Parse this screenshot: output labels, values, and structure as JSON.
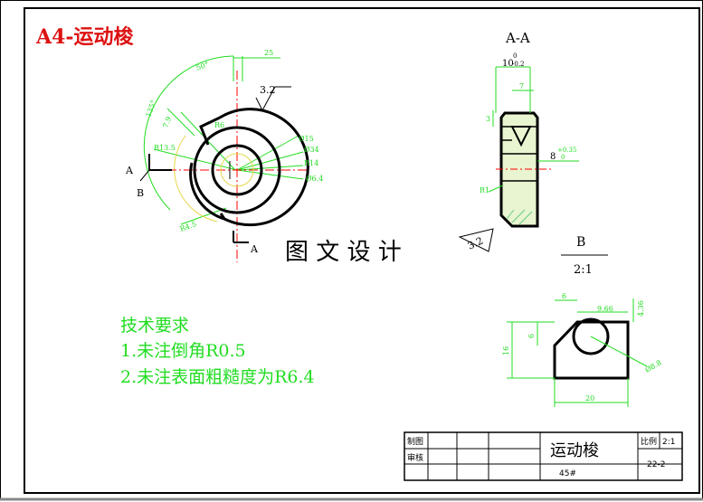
{
  "sheet_label": "A4-运动梭",
  "section_view": {
    "title": "A-A",
    "dim_top": "10",
    "dim_top_tol_up": "0",
    "dim_top_tol_low": "-0.2",
    "dim_7": "7",
    "dim_3": "3",
    "dim_8": "8",
    "dim_8_tol": "+0.35",
    "dim_8_tol2": "0",
    "dim_r1": "R1",
    "roughness": "3.2"
  },
  "front_view": {
    "angle_50": "50°",
    "dim_25": "25",
    "roughness": "3.2",
    "angle_135": "135°",
    "dim_79": "7.9",
    "dim_r6": "R6",
    "dim_r135": "R13.5",
    "dim_r45": "R4.5",
    "dim_phi15": "Ø15",
    "dim_phi34": "Ø34",
    "dim_r14": "R14",
    "dim_phi6": "Ø6.4",
    "section_a": "A",
    "section_b": "B",
    "section_a2": "A"
  },
  "watermark": "图 文 设 计",
  "detail_view": {
    "label": "B",
    "scale": "2:1",
    "dim_6": "6",
    "dim_966": "9.66",
    "dim_436": "4.36",
    "dim_6v": "6",
    "dim_16": "16",
    "dim_20": "20",
    "dim_phi88": "Ø8.8"
  },
  "tech_requirements": {
    "heading": "技术要求",
    "items": [
      "1.未注倒角R0.5",
      "2.未注表面粗糙度为R6.4"
    ]
  },
  "title_block": {
    "label_drawn": "制图",
    "label_checked": "审核",
    "part_name": "运动梭",
    "material": "45#",
    "label_scale": "比例",
    "scale_value": "2:1",
    "drawing_no": "22-2"
  },
  "colors": {
    "ink": "#000000",
    "dimension": "#22dd22",
    "centerline": "#ff0000",
    "sheet_label": "#dd1111",
    "hatch_fill": "#e8f5d0"
  }
}
